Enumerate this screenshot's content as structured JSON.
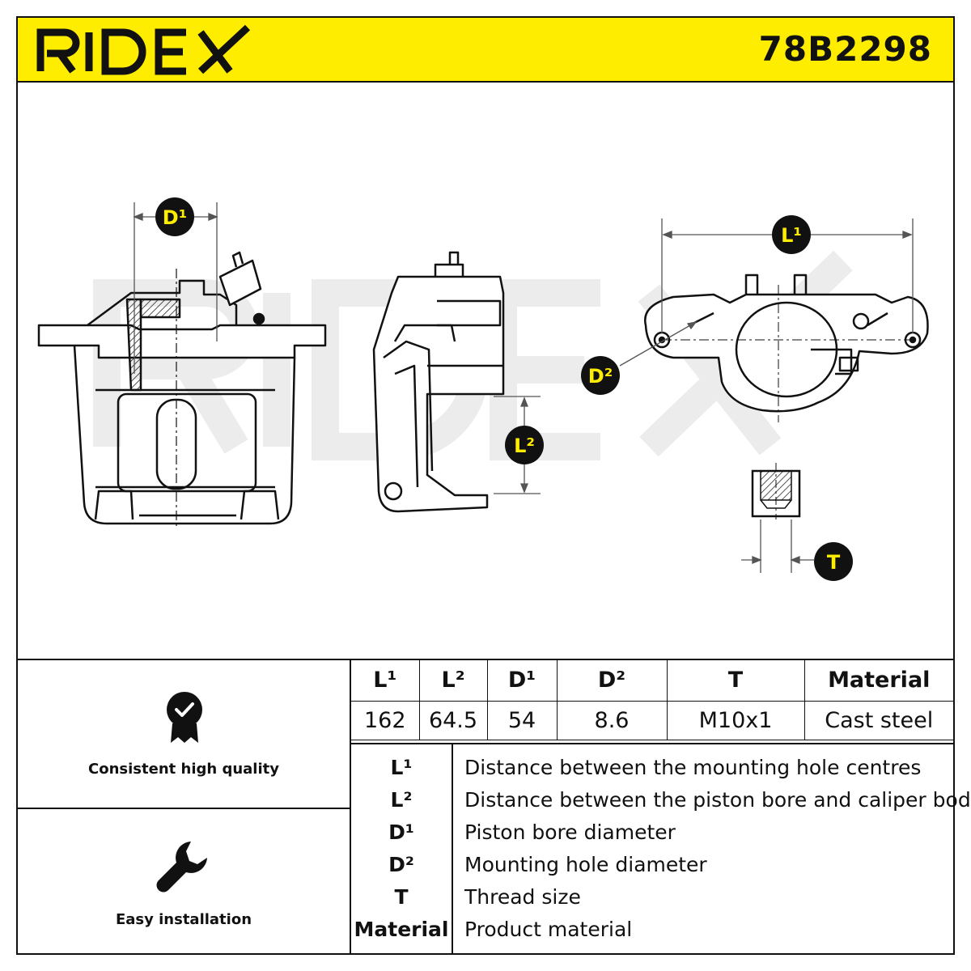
{
  "header": {
    "brand": "RIDEX",
    "part_number": "78B2298"
  },
  "drawing": {
    "labels": {
      "d1": "D¹",
      "d2": "D²",
      "l1": "L¹",
      "l2": "L²",
      "t": "T"
    },
    "watermark": "RIDEX"
  },
  "features": [
    {
      "label": "Consistent high quality",
      "icon": "quality-badge-icon"
    },
    {
      "label": "Easy installation",
      "icon": "wrench-icon"
    }
  ],
  "spec_table": {
    "headers": [
      "L¹",
      "L²",
      "D¹",
      "D²",
      "T",
      "Material"
    ],
    "values": [
      "162",
      "64.5",
      "54",
      "8.6",
      "M10x1",
      "Cast steel"
    ]
  },
  "legend": [
    {
      "key": "L¹",
      "desc": "Distance between the mounting hole centres"
    },
    {
      "key": "L²",
      "desc": "Distance between the piston bore and caliper body"
    },
    {
      "key": "D¹",
      "desc": "Piston bore diameter"
    },
    {
      "key": "D²",
      "desc": "Mounting hole diameter"
    },
    {
      "key": "T",
      "desc": "Thread size"
    },
    {
      "key": "Material",
      "desc": "Product material"
    }
  ],
  "colors": {
    "brand_yellow": "#ffed00",
    "line": "#111111",
    "watermark": "#ececec"
  }
}
